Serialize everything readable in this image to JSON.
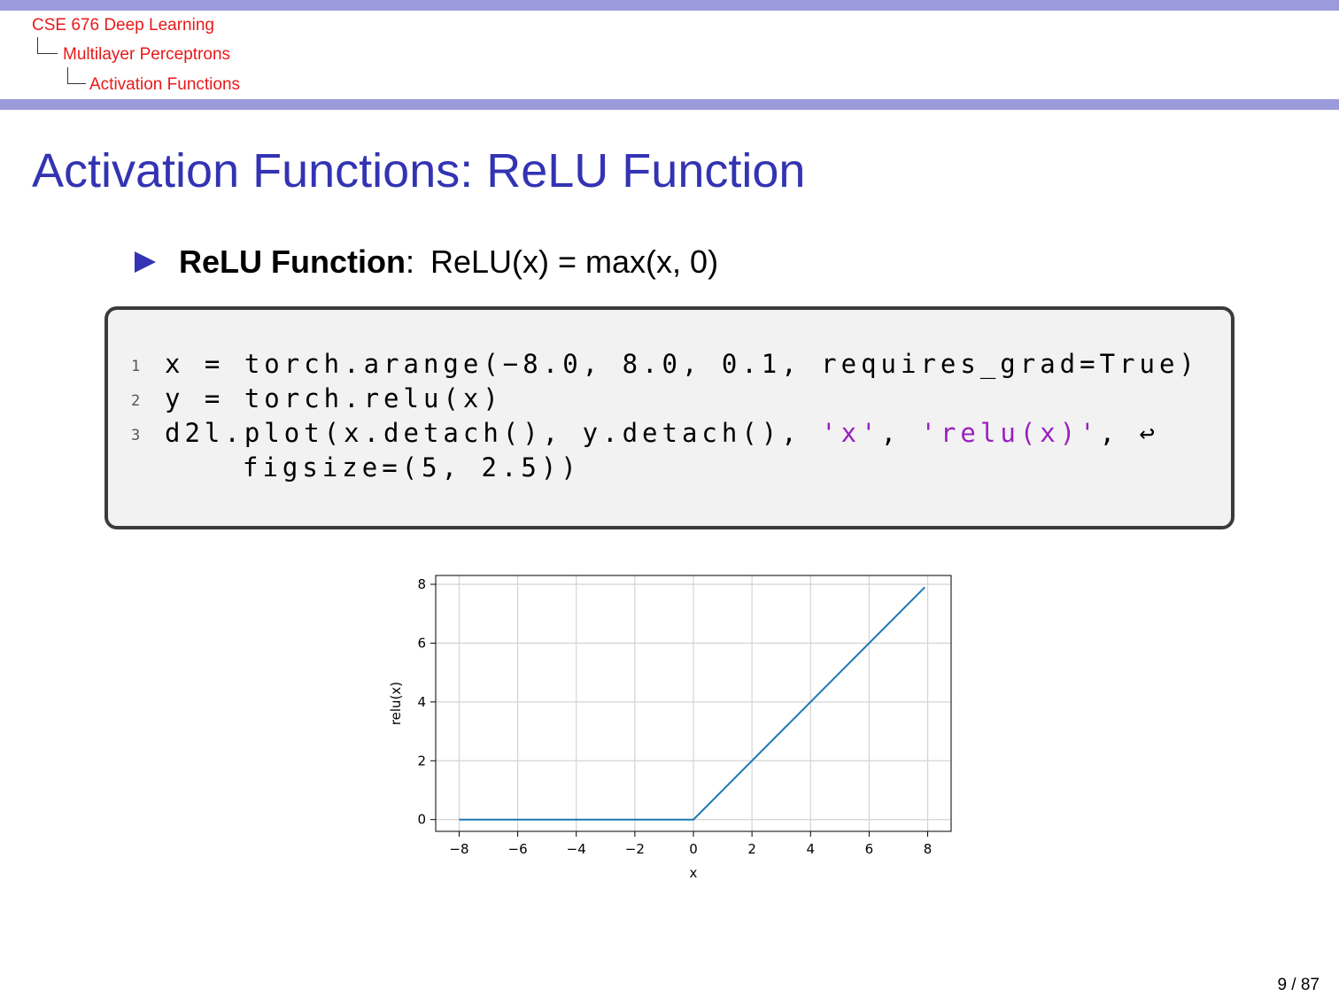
{
  "header": {
    "breadcrumb": [
      "CSE 676 Deep Learning",
      "Multilayer Perceptrons",
      "Activation Functions"
    ]
  },
  "slide": {
    "title": "Activation Functions: ReLU Function",
    "bullet": {
      "label": "ReLU Function",
      "colon": ":",
      "formula": "ReLU(x) = max(x, 0)"
    }
  },
  "code": {
    "lines": [
      {
        "num": "1",
        "text": "x = torch.arange(−8.0, 8.0, 0.1, requires_grad=True)"
      },
      {
        "num": "2",
        "text": "y = torch.relu(x)"
      },
      {
        "num": "3",
        "text_a": "d2l.plot(x.detach(), y.detach(), ",
        "str1": "'x'",
        "sep": ", ",
        "str2": "'relu(x)'",
        "text_b": ", ↩"
      },
      {
        "num": "",
        "text": "figsize=(5, 2.5))"
      }
    ],
    "colors": {
      "string": "#9a1fbf"
    }
  },
  "chart_data": {
    "type": "line",
    "xlabel": "x",
    "ylabel": "relu(x)",
    "xlim": [
      -8.8,
      8.8
    ],
    "ylim": [
      -0.4,
      8.3
    ],
    "xticks": [
      -8,
      -6,
      -4,
      -2,
      0,
      2,
      4,
      6,
      8
    ],
    "yticks": [
      0,
      2,
      4,
      6,
      8
    ],
    "xtick_labels": [
      "−8",
      "−6",
      "−4",
      "−2",
      "0",
      "2",
      "4",
      "6",
      "8"
    ],
    "ytick_labels": [
      "0",
      "2",
      "4",
      "6",
      "8"
    ],
    "grid": true,
    "series": [
      {
        "x": [
          -8.0,
          0.0,
          7.9
        ],
        "y": [
          0.0,
          0.0,
          7.9
        ],
        "color": "#1f77b4"
      }
    ]
  },
  "footer": {
    "page": "9 / 87"
  },
  "colors": {
    "accent": "#3333b3",
    "breadcrumb": "#e8191a",
    "bar": "#9b9bdc"
  }
}
